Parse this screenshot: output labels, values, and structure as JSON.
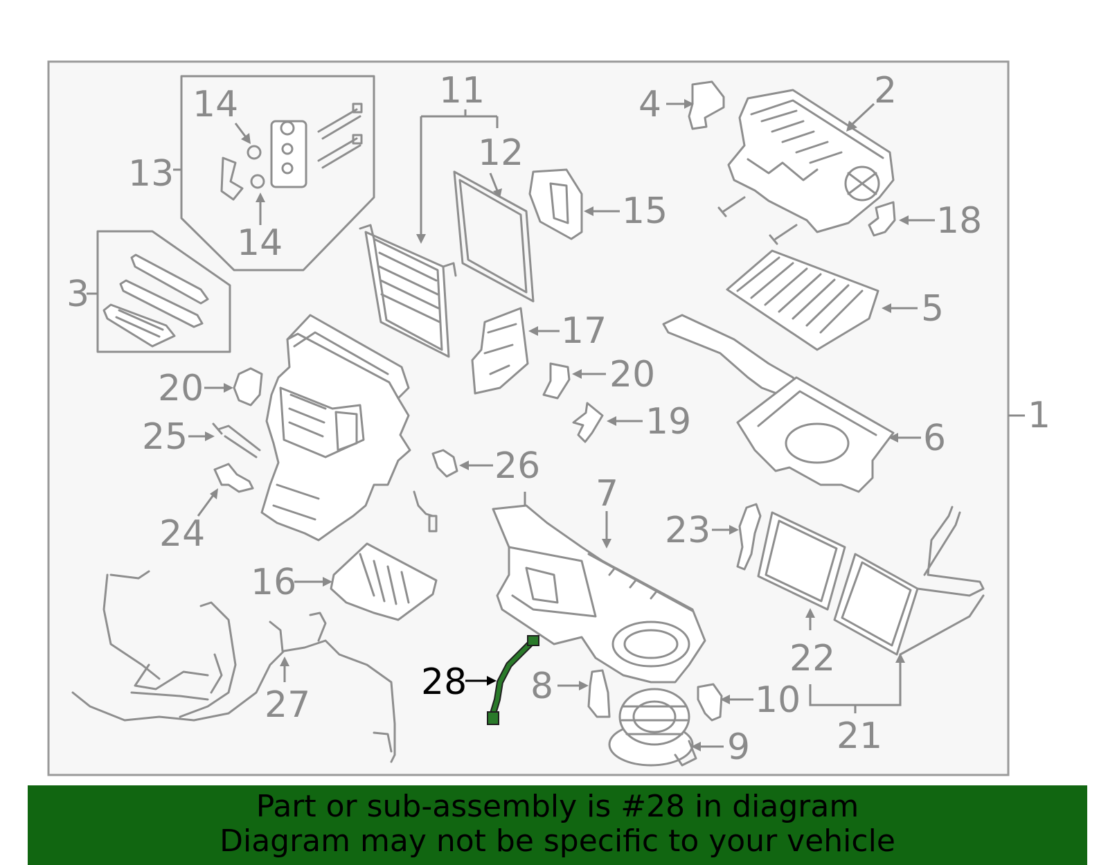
{
  "colors": {
    "panel_bg": "#f7f7f7",
    "line_gray": "#8e8e8e",
    "highlight_part": "#1f6b1f",
    "banner_bg": "#116611",
    "banner_text": "#000000"
  },
  "callouts": [
    {
      "id": "1",
      "text": "1"
    },
    {
      "id": "2",
      "text": "2"
    },
    {
      "id": "3",
      "text": "3"
    },
    {
      "id": "4",
      "text": "4"
    },
    {
      "id": "5",
      "text": "5"
    },
    {
      "id": "6",
      "text": "6"
    },
    {
      "id": "7",
      "text": "7"
    },
    {
      "id": "8",
      "text": "8"
    },
    {
      "id": "9",
      "text": "9"
    },
    {
      "id": "10",
      "text": "10"
    },
    {
      "id": "11",
      "text": "11"
    },
    {
      "id": "12",
      "text": "12"
    },
    {
      "id": "13",
      "text": "13"
    },
    {
      "id": "14a",
      "text": "14"
    },
    {
      "id": "14b",
      "text": "14"
    },
    {
      "id": "15",
      "text": "15"
    },
    {
      "id": "16",
      "text": "16"
    },
    {
      "id": "17",
      "text": "17"
    },
    {
      "id": "18",
      "text": "18"
    },
    {
      "id": "19",
      "text": "19"
    },
    {
      "id": "20a",
      "text": "20"
    },
    {
      "id": "20b",
      "text": "20"
    },
    {
      "id": "21",
      "text": "21"
    },
    {
      "id": "22",
      "text": "22"
    },
    {
      "id": "23",
      "text": "23"
    },
    {
      "id": "24",
      "text": "24"
    },
    {
      "id": "25",
      "text": "25"
    },
    {
      "id": "26",
      "text": "26"
    },
    {
      "id": "27",
      "text": "27"
    },
    {
      "id": "28",
      "text": "28"
    }
  ],
  "highlighted_callout": "28",
  "banner": {
    "line1": "Part or sub-assembly is #28 in diagram",
    "line2": "Diagram may not be specific to your vehicle"
  }
}
